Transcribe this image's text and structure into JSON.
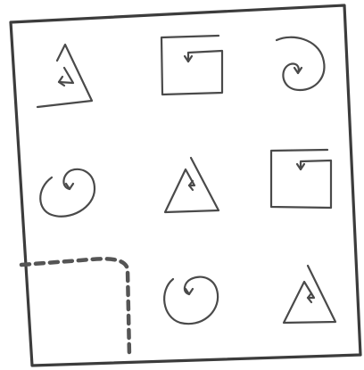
{
  "puzzle": {
    "grid": {
      "rows": 3,
      "cols": 3
    },
    "cells": [
      {
        "row": 1,
        "col": 1,
        "shape": "triangle-spiral-icon"
      },
      {
        "row": 1,
        "col": 2,
        "shape": "square-spiral-icon"
      },
      {
        "row": 1,
        "col": 3,
        "shape": "round-spiral-icon"
      },
      {
        "row": 2,
        "col": 1,
        "shape": "round-spiral-icon"
      },
      {
        "row": 2,
        "col": 2,
        "shape": "triangle-spiral-icon"
      },
      {
        "row": 2,
        "col": 3,
        "shape": "square-spiral-icon"
      },
      {
        "row": 3,
        "col": 1,
        "shape": "missing-piece-placeholder"
      },
      {
        "row": 3,
        "col": 2,
        "shape": "round-spiral-icon"
      },
      {
        "row": 3,
        "col": 3,
        "shape": "triangle-spiral-icon"
      }
    ],
    "colors": {
      "line": "#4a4a4a",
      "background": "#ffffff"
    }
  }
}
